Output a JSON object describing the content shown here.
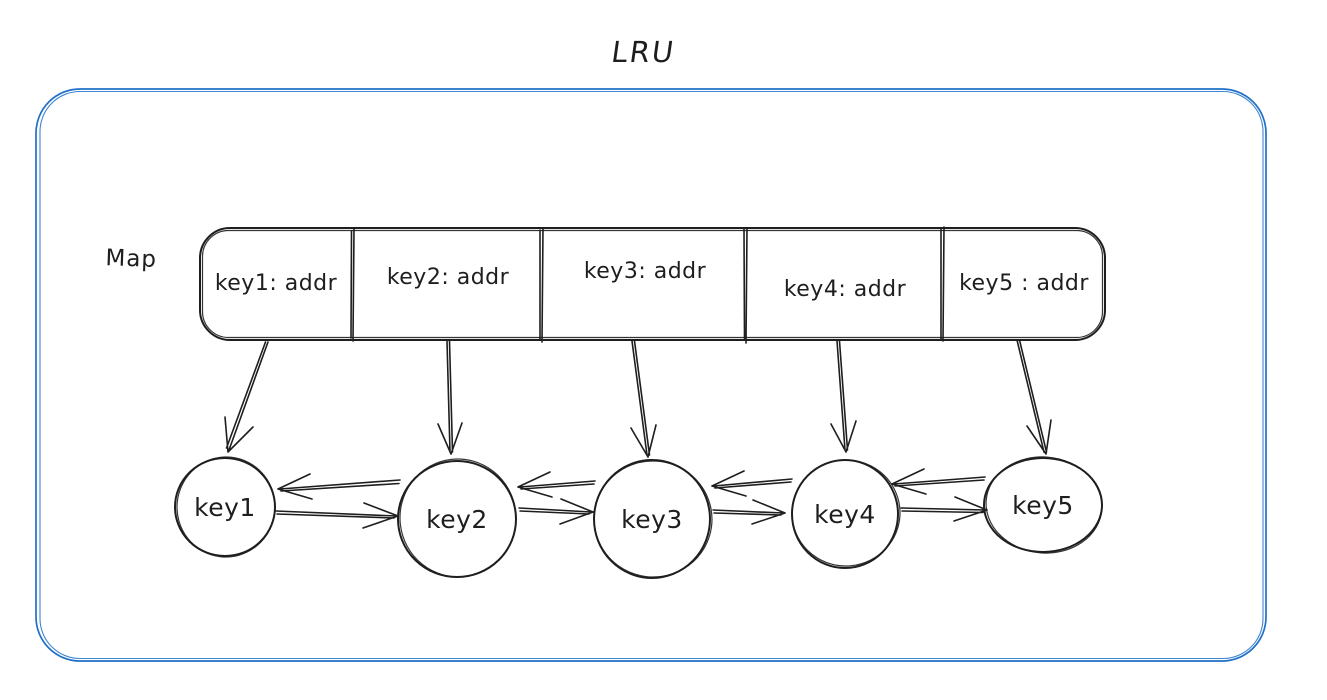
{
  "title": "LRU",
  "map": {
    "label": "Map",
    "cells": [
      {
        "text": "key1: addr"
      },
      {
        "text": "key2: addr"
      },
      {
        "text": "key3: addr"
      },
      {
        "text": "key4: addr"
      },
      {
        "text": "key5 : addr"
      }
    ]
  },
  "nodes": [
    {
      "label": "key1"
    },
    {
      "label": "key2"
    },
    {
      "label": "key3"
    },
    {
      "label": "key4"
    },
    {
      "label": "key5"
    }
  ],
  "edges": {
    "map_pointers": [
      {
        "from": "key1: addr",
        "to": "key1"
      },
      {
        "from": "key2: addr",
        "to": "key2"
      },
      {
        "from": "key3: addr",
        "to": "key3"
      },
      {
        "from": "key4: addr",
        "to": "key4"
      },
      {
        "from": "key5 : addr",
        "to": "key5"
      }
    ],
    "linked_list": [
      {
        "from": "key1",
        "to": "key2",
        "bidirectional": true
      },
      {
        "from": "key2",
        "to": "key3",
        "bidirectional": true
      },
      {
        "from": "key3",
        "to": "key4",
        "bidirectional": true
      },
      {
        "from": "key4",
        "to": "key5",
        "bidirectional": true
      }
    ]
  },
  "colors": {
    "canvas_background": "#ffffff",
    "container_border": "#1e70c8",
    "stroke": "#1e1e1e"
  }
}
